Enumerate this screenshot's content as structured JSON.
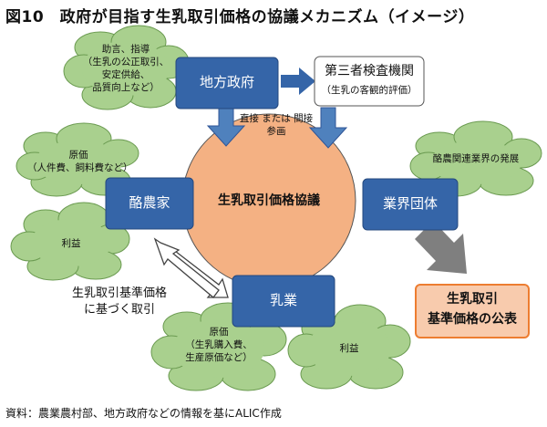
{
  "title": "図10　政府が目指す生乳取引価格の協議メカニズム（イメージ）",
  "center_label": "生乳取引価格協議",
  "boxes": {
    "local_government": "地方政府",
    "third_party": "第三者検査機関",
    "third_party_note": "（生乳の客観的評価）",
    "dairy_farmers": "酪農家",
    "industry_groups": "業界団体",
    "dairy_industry": "乳業",
    "published_price_line1": "生乳取引",
    "published_price_line2": "基準価格の公表"
  },
  "clouds": {
    "gov_role": [
      "助言、指導",
      "（生乳の公正取引、",
      "安定供給、",
      "品質向上など）"
    ],
    "farmer_cost": [
      "原価",
      "（人件費、飼料費など）"
    ],
    "farmer_profit": "利益",
    "industry_development": "酪農関連業界の発展",
    "dairy_cost": [
      "原価",
      "（生乳購入費、",
      "生産原価など）"
    ],
    "dairy_profit": "利益"
  },
  "participation_note": [
    "直接 または 間接",
    "参画"
  ],
  "trade_note": [
    "生乳取引基準価格",
    "に基づく取引"
  ],
  "source": "資料：農業農村部、地方政府などの情報を基にALIC作成",
  "colors": {
    "box_blue": "#3565a8",
    "center_fill": "#f4b183",
    "cloud_green": "#a9d08e",
    "highlight_fill": "#f8cbad",
    "highlight_border": "#ed7d31"
  }
}
